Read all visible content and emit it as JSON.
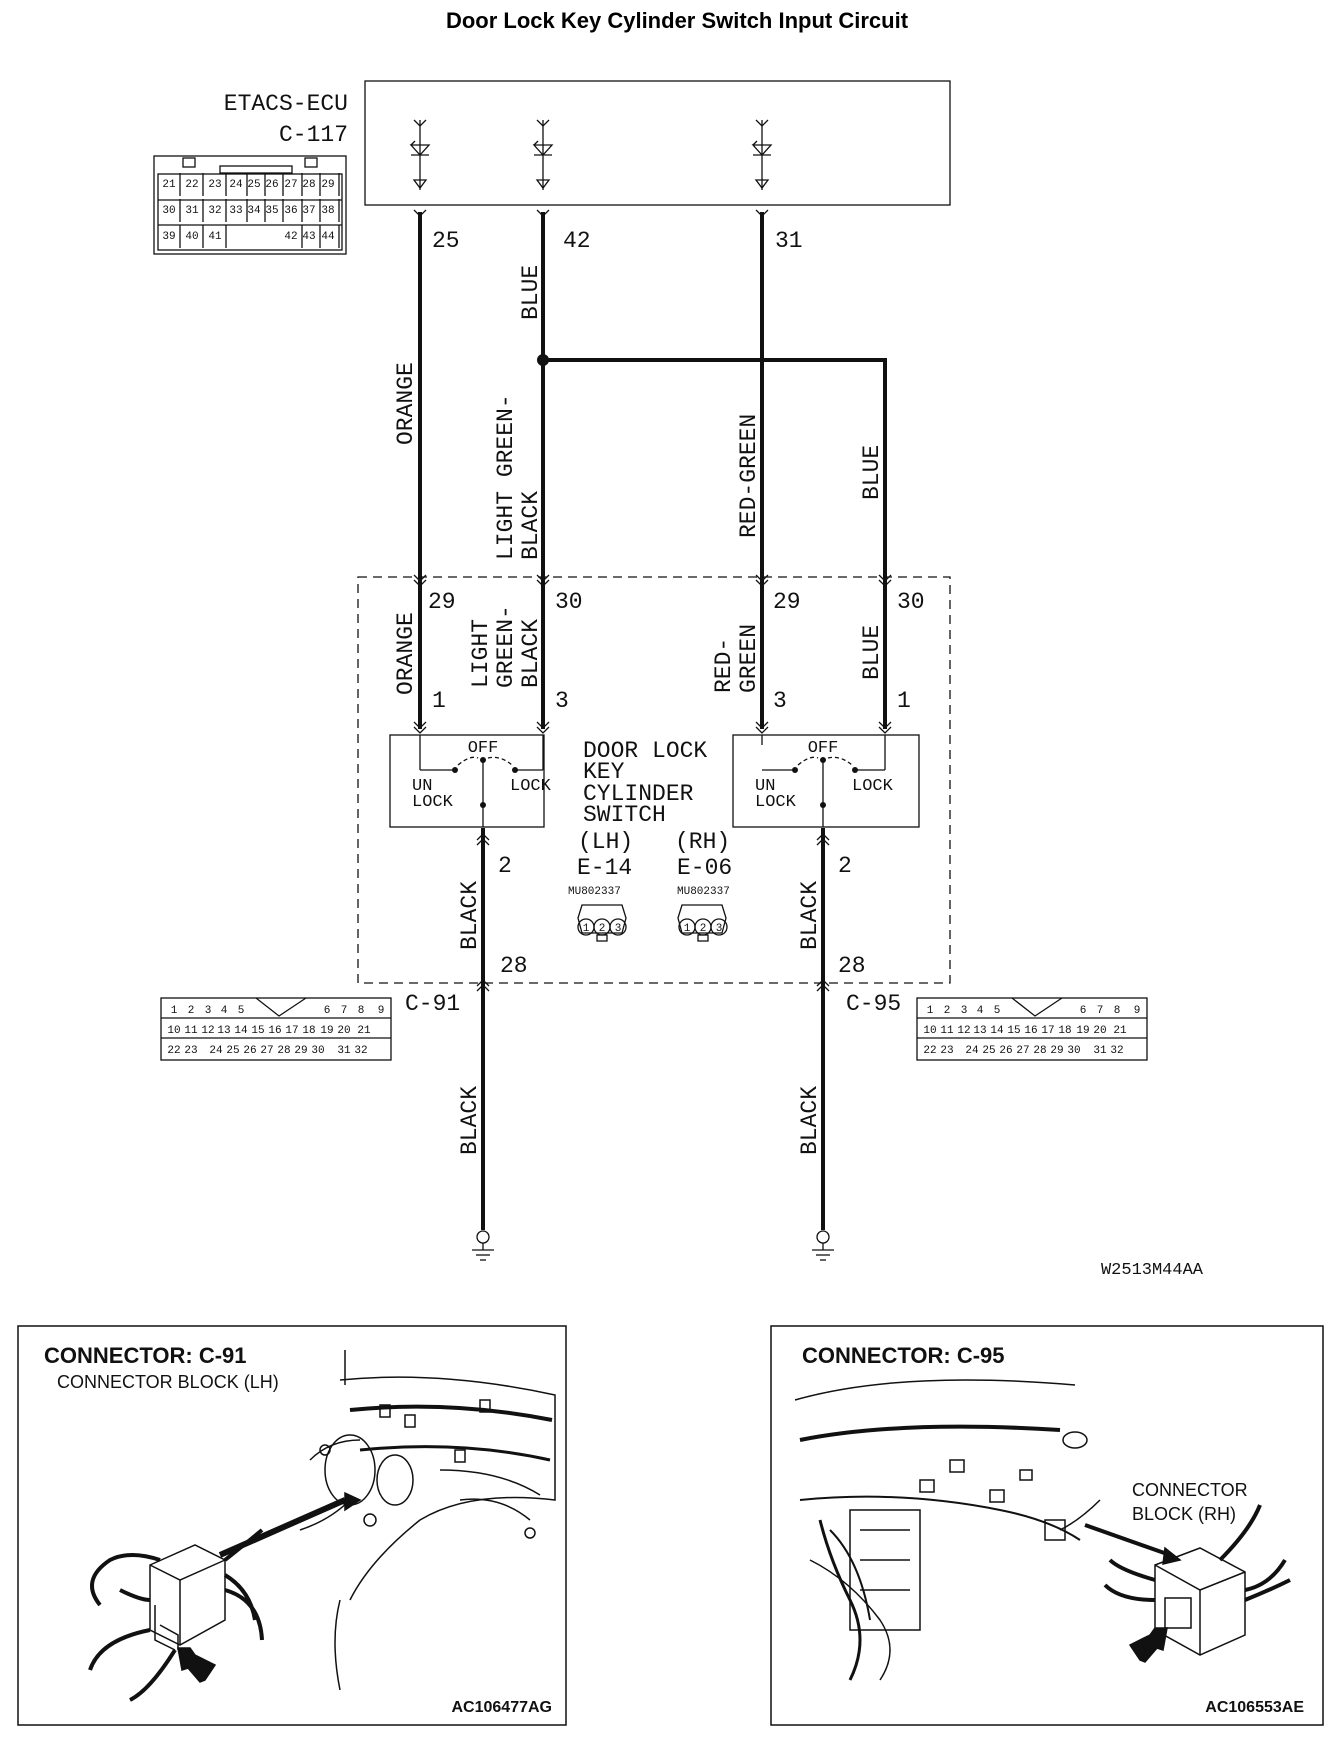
{
  "title": "Door Lock Key Cylinder Switch Input Circuit",
  "ecu": {
    "name": "ETACS-ECU",
    "connector": "C-117",
    "pins": [
      "21",
      "22",
      "23",
      "24",
      "25",
      "26",
      "27",
      "28",
      "29",
      "30",
      "31",
      "32",
      "33",
      "34",
      "35",
      "36",
      "37",
      "38",
      "39",
      "40",
      "41",
      "42",
      "43",
      "44"
    ]
  },
  "circuits": {
    "pin_25": "25",
    "pin_42": "42",
    "pin_31": "31",
    "wire_orange": "ORANGE",
    "wire_blue_top": "BLUE",
    "wire_light_green": "LIGHT GREEN-",
    "wire_black_a": "BLACK",
    "wire_red_green": "RED-GREEN",
    "wire_blue_right": "BLUE",
    "block_pin_29_left": "29",
    "block_pin_30_left": "30",
    "block_pin_29_right": "29",
    "block_pin_30_right": "30",
    "lower_orange": "ORANGE",
    "lower_light": "LIGHT",
    "lower_green": "GREEN-",
    "lower_black": "BLACK",
    "lower_red": "RED-",
    "lower_green_r": "GREEN",
    "lower_blue": "BLUE",
    "sw_pin_1_left": "1",
    "sw_pin_3_left": "3",
    "sw_pin_3_right": "3",
    "sw_pin_1_right": "1",
    "sw_pin_2_left": "2",
    "sw_pin_2_right": "2",
    "ground_black_left": "BLACK",
    "ground_black_right": "BLACK",
    "ground_black_left_lower": "BLACK",
    "ground_black_right_lower": "BLACK",
    "block_pin_28_left": "28",
    "block_pin_28_right": "28"
  },
  "switch": {
    "off": "OFF",
    "un": "UN",
    "lock_word": "LOCK",
    "lock": "LOCK",
    "name_line1": "DOOR LOCK",
    "name_line2": "KEY",
    "name_line3": "CYLINDER",
    "name_line4": "SWITCH",
    "lh": "(LH)",
    "rh": "(RH)",
    "conn_lh": "E-14",
    "conn_rh": "E-06",
    "part_lh": "MU802337",
    "part_rh": "MU802337",
    "plug_pins": [
      "1",
      "2",
      "3"
    ]
  },
  "connector_blocks": {
    "left": "C-91",
    "right": "C-95",
    "pins_row1": [
      "1",
      "2",
      "3",
      "4",
      "5",
      "6",
      "7",
      "8",
      "9"
    ],
    "pins_row2": [
      "10",
      "11",
      "12",
      "13",
      "14",
      "15",
      "16",
      "17",
      "18",
      "19",
      "20",
      "21"
    ],
    "pins_row3": [
      "22",
      "23",
      "24",
      "25",
      "26",
      "27",
      "28",
      "29",
      "30",
      "31",
      "32"
    ]
  },
  "figure_code": "W2513M44AA",
  "panels": {
    "left": {
      "heading": "CONNECTOR: C-91",
      "sub": "CONNECTOR BLOCK (LH)",
      "code": "AC106477AG"
    },
    "right": {
      "heading": "CONNECTOR: C-95",
      "sub_line1": "CONNECTOR",
      "sub_line2": "BLOCK (RH)",
      "code": "AC106553AE"
    }
  }
}
